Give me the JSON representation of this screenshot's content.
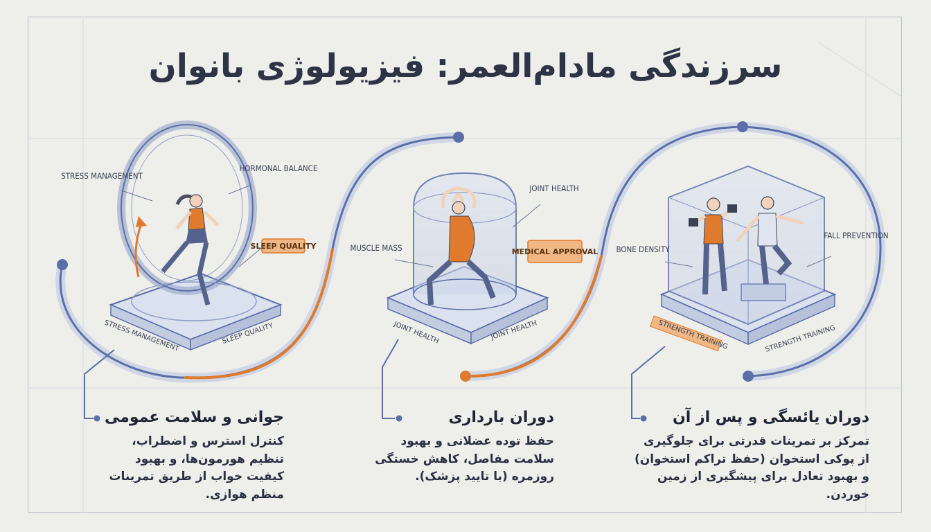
{
  "title": "سرزندگی مادام‌العمر: فیزیولوژی بانوان",
  "stages": [
    {
      "heading": "جوانی و سلامت عمومی",
      "body": "کنترل استرس و اضطراب، تنظیم هورمون‌ها، و بهبود کیفیت خواب از طریق تمرینات منظم هوازی.",
      "labels": [
        "STRESS MANAGEMENT",
        "HORMONAL BALANCE",
        "SLEEP QUALITY"
      ],
      "platform_labels": [
        "STRESS MANAGEMENT",
        "SLEEP QUALITY"
      ]
    },
    {
      "heading": "دوران بارداری",
      "body": "حفظ توده عضلانی و بهبود سلامت مفاصل، کاهش خستگی روزمره (با تایید پزشک).",
      "labels": [
        "JOINT HEALTH",
        "MUSCLE MASS",
        "MEDICAL APPROVAL"
      ],
      "platform_labels": [
        "JOINT HEALTH",
        "JOINT HEALTH"
      ]
    },
    {
      "heading": "دوران یائسگی و پس از آن",
      "body": "تمرکز بر تمرینات قدرتی برای جلوگیری از پوکی استخوان (حفظ تراکم استخوان) و بهبود تعادل برای پیشگیری از زمین خوردن.",
      "labels": [
        "BONE DENSITY",
        "FALL PREVENTION"
      ],
      "platform_labels": [
        "STRENGTH TRAINING",
        "STRENGTH TRAINING"
      ]
    }
  ],
  "colors": {
    "accent": "#e07a2c",
    "line": "#5b6ea8",
    "ink": "#2c3345"
  }
}
